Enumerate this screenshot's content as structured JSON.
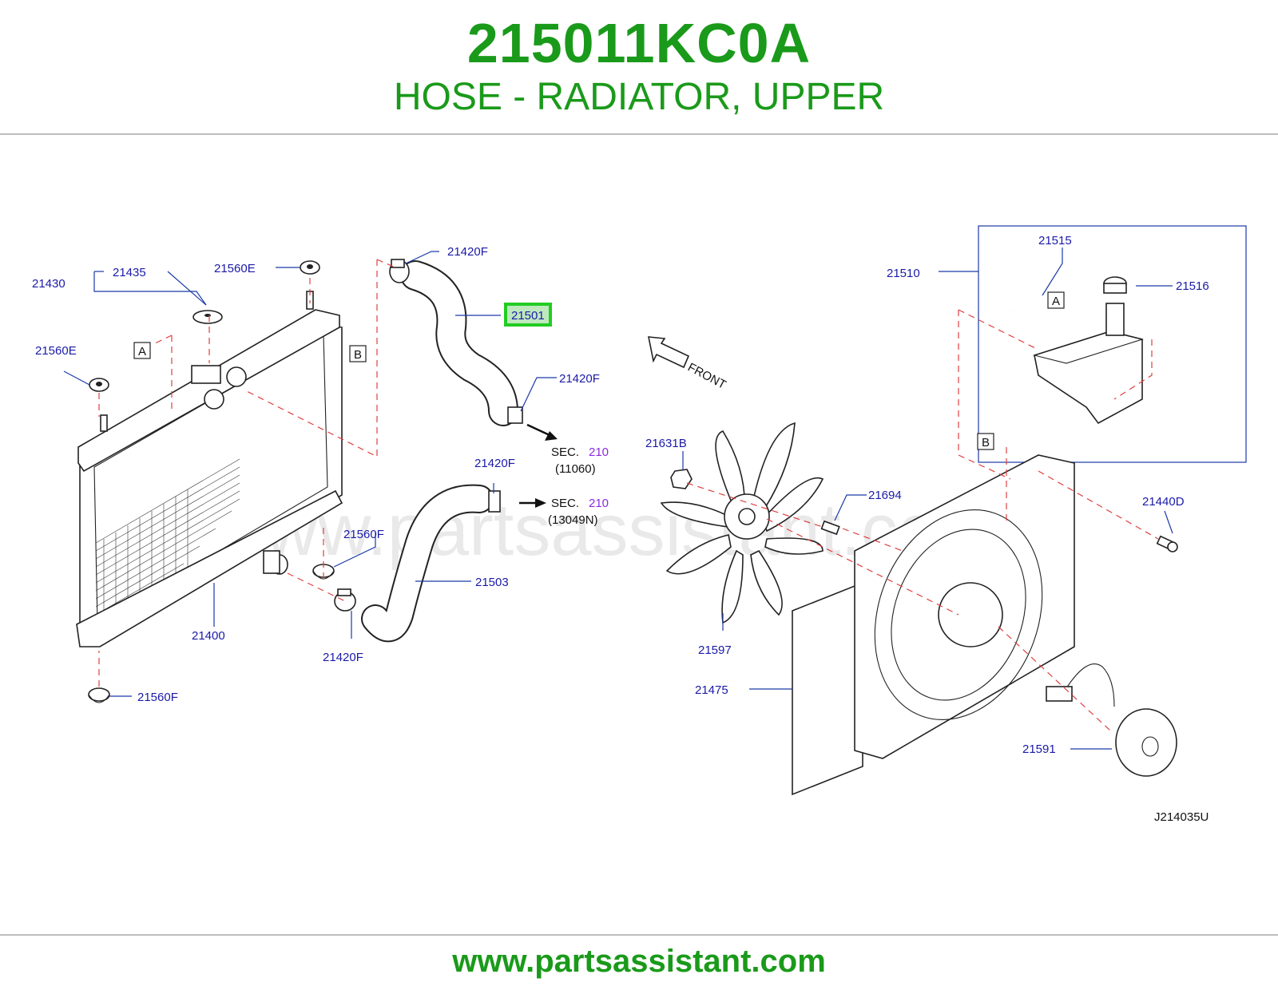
{
  "header": {
    "part_number": "215011KC0A",
    "part_name": "HOSE - RADIATOR, UPPER"
  },
  "diagram": {
    "watermark": "www.partsassistant.com",
    "drawing_code": "J214035U",
    "front_label": "FRONT",
    "highlighted_callout": "21501",
    "callouts": {
      "c21430": "21430",
      "c21435": "21435",
      "c21560E_top": "21560E",
      "c21560E_left": "21560E",
      "c21420F_top": "21420F",
      "c21501": "21501",
      "c21420F_mid": "21420F",
      "c21420F_lower": "21420F",
      "c21560F_mid": "21560F",
      "c21503": "21503",
      "c21400": "21400",
      "c21420F_bottom": "21420F",
      "c21560F_bottom": "21560F",
      "c21510": "21510",
      "c21515": "21515",
      "c21516": "21516",
      "c21631B": "21631B",
      "c21694": "21694",
      "c21440D": "21440D",
      "c21597": "21597",
      "c21475": "21475",
      "c21591": "21591"
    },
    "refs": {
      "a1": "A",
      "b1": "B",
      "a2": "A",
      "b2": "B"
    },
    "sections": [
      {
        "label": "SEC.",
        "number": "210",
        "code": "(11060)"
      },
      {
        "label": "SEC.",
        "number": "210",
        "code": "(13049N)"
      }
    ],
    "colors": {
      "brand_green": "#1a9a1a",
      "callout_blue": "#1a1aa8",
      "highlight": "#22cc22",
      "dash_red": "#e04040"
    }
  },
  "footer": {
    "url": "www.partsassistant.com"
  }
}
